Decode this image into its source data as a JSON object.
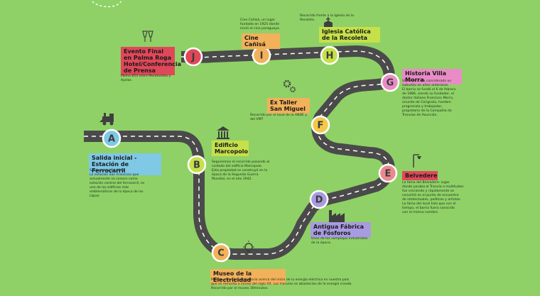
{
  "colors": {
    "background": "#8fd166",
    "road": "#4a4a4a",
    "road_dash": "#ffffff"
  },
  "stops": [
    {
      "letter": "A",
      "color": "#7fc8e6"
    },
    {
      "letter": "B",
      "color": "#c6e04a"
    },
    {
      "letter": "C",
      "color": "#f2b15a"
    },
    {
      "letter": "D",
      "color": "#a99be0"
    },
    {
      "letter": "E",
      "color": "#e98a8f"
    },
    {
      "letter": "F",
      "color": "#f2c94c"
    },
    {
      "letter": "G",
      "color": "#e98cc6"
    },
    {
      "letter": "H",
      "color": "#c6e04a"
    },
    {
      "letter": "I",
      "color": "#f2b15a"
    },
    {
      "letter": "J",
      "color": "#e0485a"
    }
  ],
  "labels": {
    "a_title": "Salida inicial - Estación de Ferrocarril",
    "a_desc": "Salida Inicial 14:00hs\nLa estación San Francisco que\nactualmente se conoce como\nestación central del ferrocarril, es\nuno de los edificios más\nemblemáticos de la época de los\nLópez.",
    "b_title": "Edificio Marcopolo",
    "b_desc": "Seguiremos el recorrido pasando al\ncostado del edificio Marcopolo.\nEsta propiedad se construyó en la\népoca de la Segunda Guerra\nMundial, en el año 1942.",
    "c_title": "Museo de la Electricidad",
    "c_desc": "Más de cien años de historia acerca del inicio de la energía eléctrica en nuestro país\nque se remonta a inicios del siglo XX. Los tranvías se abastecían de la energía creada.\nRecorrido por el museo 30minutos.",
    "d_title": "Antigua Fábrica de Fósforos",
    "d_desc": "Unos de los complejos industriales\nde la época.",
    "e_title": "Belvedere",
    "e_desc": "La fama del Belvedere- lugar\ndonde paraba el Tranvía a multitudes-\nfue creciendo y rápidamente se\nconvirtió en el punto de encuentro\nde intelectuales, políticos y artistas.\nLa fama del local hizo que con el\ntiempo, el barrio fuera conocido\ncon el mismo nombre.",
    "f_title": "Ex Taller San Miguel",
    "f_desc": "Recorrido por el local de la ANDE y\ndel VMT",
    "g_title": "Historia Villa Morra",
    "g_desc": "Villamorra era considerado un\nsuburbio en años anteriores.\nEl barrio se fundó el 6 de febrero\nde 1886, siendo su fundador, el\ndoctor italiano Francisco Morra,\noriundo de Cerignola, hombre\nprogresista y trabajador,\npropietario de la Compañía de\nTranvías de Asunción.",
    "h_title": "Iglesia Católica de la Recoleta",
    "h_desc": "Recorrido frente a la Iglesia de la\nRecoleta.",
    "i_title": "Cine Cañisá",
    "i_desc": "Cine Cañisá, un lugar\nfundado en 1925 donde\ninició el cine paraguayo.",
    "j_title": "Evento Final en Palma Roga Hotel/Conferencia de Prensa",
    "j_desc": "Palma 853 entre Montevideo y\nAyolas."
  },
  "icons": [
    "train-icon",
    "building-columns-icon",
    "lightbulb-icon",
    "factory-icon",
    "lamp-icon",
    "gears-icon",
    "church-icon",
    "champagne-icon"
  ]
}
